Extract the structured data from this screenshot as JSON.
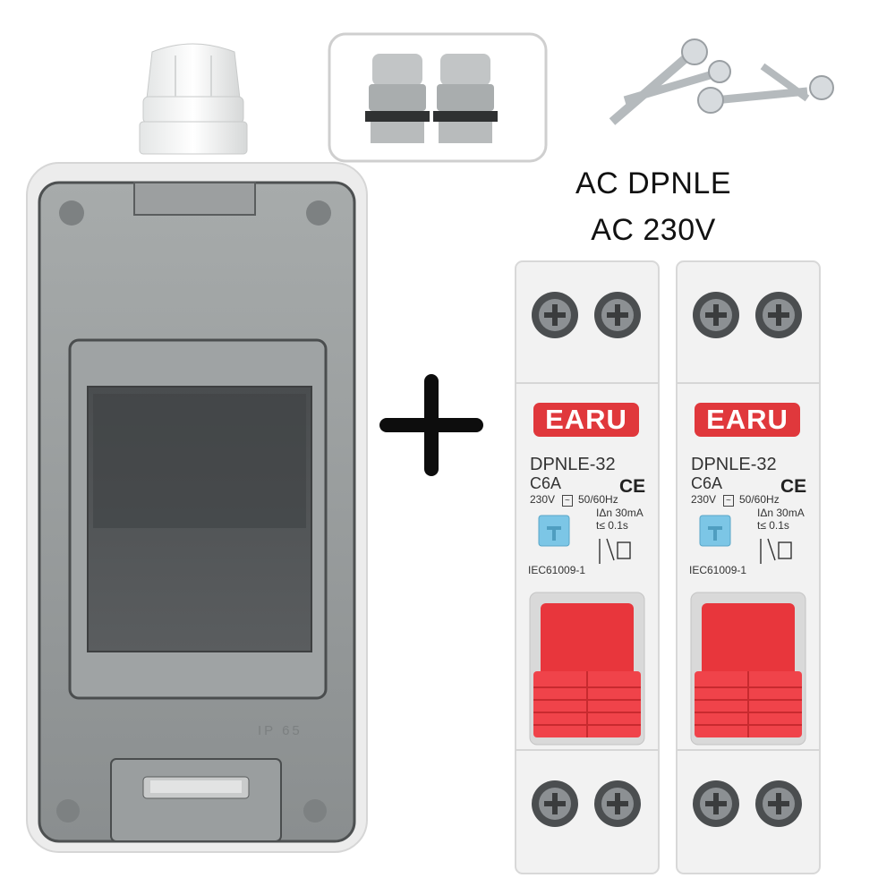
{
  "headline": {
    "line1": "AC DPNLE",
    "line2": "AC 230V"
  },
  "enclosure": {
    "ip_marking": "IP 65"
  },
  "breakers": [
    {
      "brand": "EARU",
      "model": "DPNLE-32",
      "rating": "C6A",
      "supply": "230V",
      "frequency": "50/60Hz",
      "ce_mark": "CE",
      "trip_current": "IΔn 30mA",
      "trip_time": "t≤ 0.1s",
      "standard": "IEC61009-1"
    },
    {
      "brand": "EARU",
      "model": "DPNLE-32",
      "rating": "C6A",
      "supply": "230V",
      "frequency": "50/60Hz",
      "ce_mark": "CE",
      "trip_current": "IΔn 30mA",
      "trip_time": "t≤ 0.1s",
      "standard": "IEC61009-1"
    }
  ],
  "colors": {
    "brand_red": "#e0383c",
    "handle_red": "#e8363c",
    "test_button_blue": "#7cc6e6",
    "breaker_body": "#f2f2f2",
    "enclosure_gray": "#8e9293"
  }
}
